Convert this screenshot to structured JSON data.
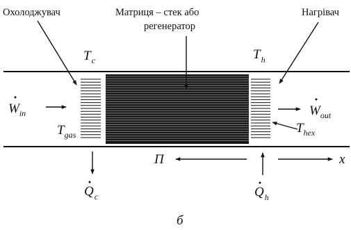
{
  "labels": {
    "cooler": "Охолоджувач",
    "matrix_line1": "Матриця – стек або",
    "matrix_line2": "регенератор",
    "heater": "Нагрівач",
    "T": "T",
    "c": "c",
    "h": "h",
    "gas": "gas",
    "hex": "hex",
    "W": "W",
    "in": "in",
    "out": "out",
    "Q": "Q",
    "Pi": "Π",
    "x": "x",
    "caption": "б"
  },
  "colors": {
    "ink": "#111111",
    "stack_band": "#141414",
    "background": "#ffffff"
  }
}
